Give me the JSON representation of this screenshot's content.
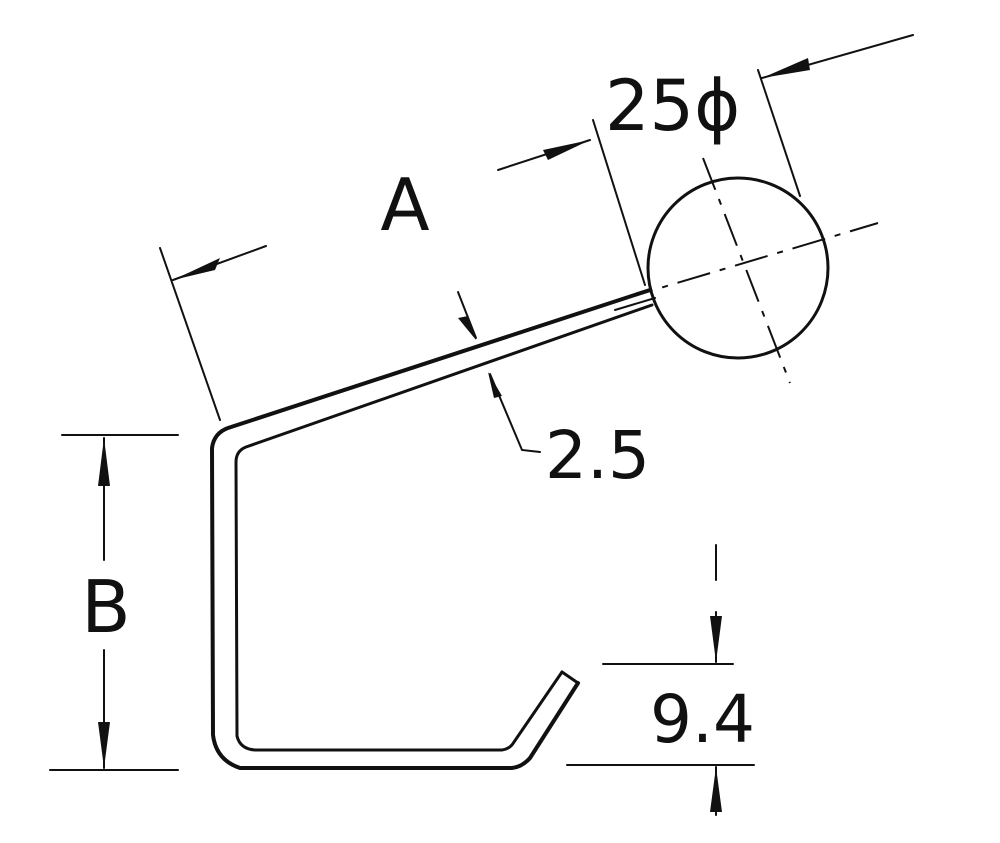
{
  "labels": {
    "diameter": "25ϕ",
    "dim_a": "A",
    "dim_b": "B",
    "thickness": "2.5",
    "hook_depth": "9.4"
  }
}
